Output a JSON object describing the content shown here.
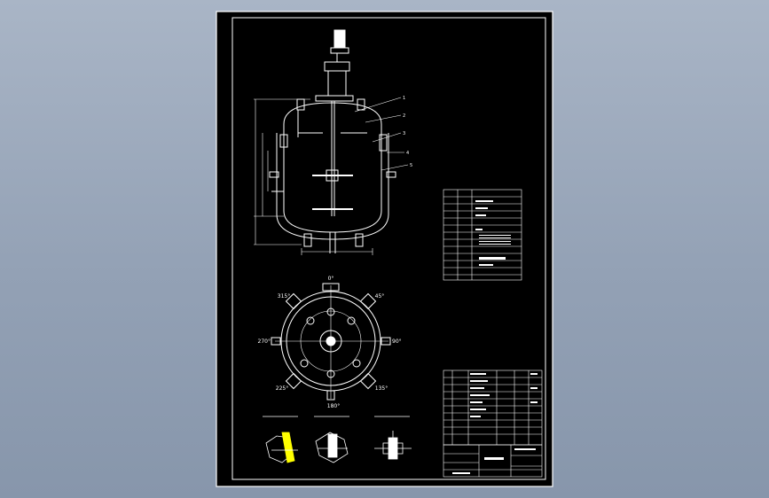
{
  "colors": {
    "background": "#9aa7b9",
    "sheet": "#000000",
    "line": "#ffffff",
    "accent_yellow": "#ffff00",
    "accent_red": "#ff3030",
    "accent_green": "#00ff66",
    "accent_cyan": "#00e5ff",
    "accent_blue": "#3a7bff"
  },
  "plan_view": {
    "angles": [
      "0°",
      "45°",
      "90°",
      "135°",
      "180°",
      "225°",
      "270°",
      "315°"
    ]
  },
  "detail_titles": [
    "",
    "",
    ""
  ],
  "callouts": [
    "1",
    "2",
    "3",
    "4",
    "5"
  ]
}
